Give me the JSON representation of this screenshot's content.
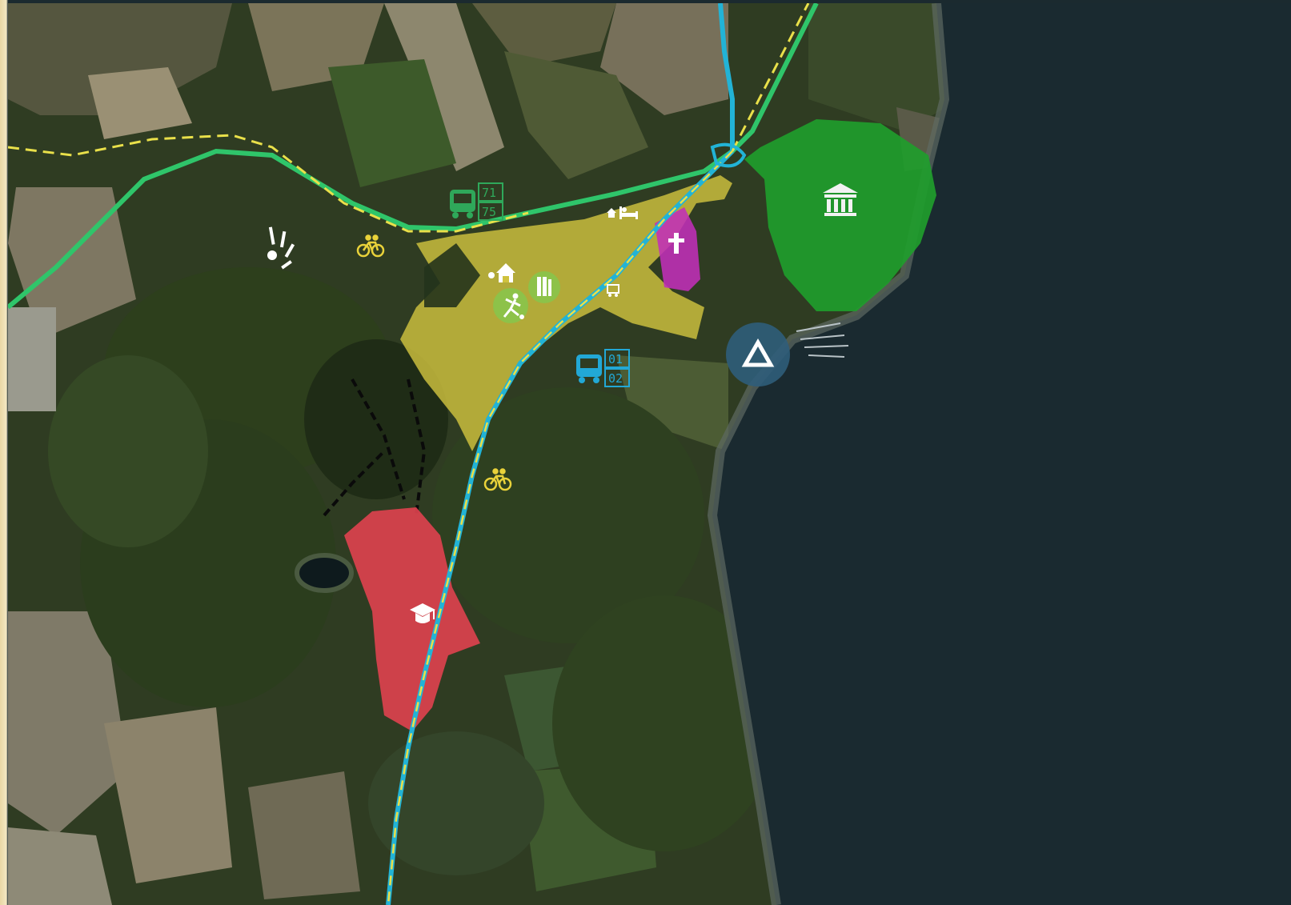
{
  "map": {
    "base": "aerial-satellite-imagery",
    "colors": {
      "land_dark": "#2c3a1f",
      "forest": "#34471f",
      "field_light": "#6e6a4f",
      "field_pale": "#8a8268",
      "water": "#1a2a30",
      "shore": "#5e6a63",
      "road_green": "#2fc56a",
      "road_cyan": "#22b3d6",
      "road_dash": "#e9e04a",
      "village": "#cfc23e",
      "museum_zone": "#1f9d2c",
      "church_zone": "#c22fb8",
      "school_zone": "#e0414f",
      "camp_badge": "#2f5d7a"
    },
    "zones": [
      {
        "name": "village-settlement",
        "color": "village"
      },
      {
        "name": "museum-area",
        "color": "museum_zone",
        "icon": "museum-icon"
      },
      {
        "name": "church-area",
        "color": "church_zone",
        "icon": "cross-icon"
      },
      {
        "name": "school-campus",
        "color": "school_zone",
        "icon": "graduation-cap-icon"
      }
    ],
    "bus_stops": [
      {
        "icon": "bus-icon",
        "color": "#2fa85a",
        "routes": [
          "71",
          "75"
        ]
      },
      {
        "icon": "bus-icon",
        "color": "#22a8d6",
        "routes": [
          "01",
          "02"
        ]
      }
    ],
    "markers": [
      {
        "icon": "bicycle-icon",
        "color": "#e9d23a"
      },
      {
        "icon": "bicycle-icon",
        "color": "#e9d23a"
      },
      {
        "icon": "viewpoint-icon",
        "color": "#ffffff"
      },
      {
        "icon": "lodging-icon",
        "color": "#ffffff"
      },
      {
        "icon": "community-house-icon",
        "color": "#ffffff"
      },
      {
        "icon": "shop-icon",
        "color": "#ffffff"
      },
      {
        "icon": "sports-field-icon",
        "color": "#8bc34a"
      },
      {
        "icon": "library-icon",
        "color": "#8bc34a"
      },
      {
        "icon": "campsite-icon",
        "color": "camp_badge"
      }
    ]
  }
}
